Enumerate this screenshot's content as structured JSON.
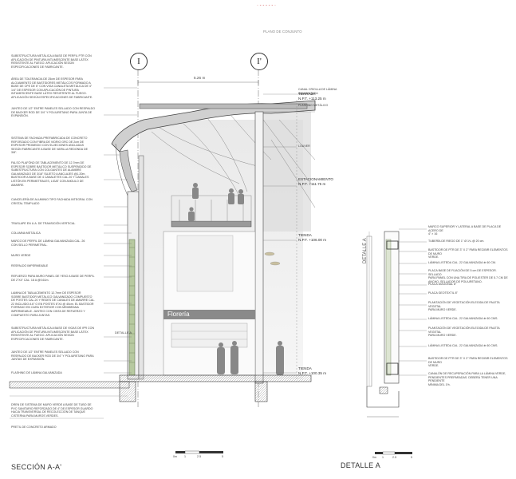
{
  "header": {
    "top_mark": "· - - - - - ·",
    "plan_label": "PLANO DE CONJUNTO"
  },
  "axes": {
    "left": "I",
    "right": "I'"
  },
  "dimension_top": "5.26 m",
  "left_annotations": [
    "SUBESTRUCTURA METÁLICA A BASE DE PERFIL PTR CON\nAPLICACIÓN DE PINTURA INTUMESCENTE BASE LÁTEX\nRESISTENTE AL FUEGO. APLICACIÓN SEGÚN\nESPECIFICACIONES DE FABRICANTE.",
    "ÁREA DE TOLERANCIA DE 25cm DE ESPESOR PARA\nALOJAMIENTO DE BASTIDORES METÁLICOS FORMADO A\nBASE DE CPE DE 6\" CON VIGA CANALETA METÁLICA DE 4\"\n1/4\" DE ESPESOR CON APLICACIÓN DE PINTURA\nINTUMESCENTE BASE LÁTEX RESISTENTE AL FUEGO.\nAPLICACIÓN SEGÚN ESPECIFICACIONES DE FABRICANTE.",
    "JUNTEO DE 1/2\" ENTRE PANELES SELLADO CON RESPALDO\nDE BACKER ROD DE 3/4\" Y POLIURETANO PARA JUNTA DE\nEXPANSIÓN.",
    "SISTEMA DE FACHADA PREFABRICADA DE CONCRETO\nREFORZADO CON FIBRA DE VIDRIO GRC DE 2cm DE\nESPESOR PROMEDIO CON SUJECIONES ANCLADAS\nSEGÚN FABRICANTE A BASE DE VARILLA REDONDA DE\n3/8\".",
    "FALSO PLAFÓND DE TABLACEMENTO DE 12.7mm DE\nESPESOR SOBRE BASTIDOR METÁLICO SUSPENDIDO DE\nSUBESTRUCTURA CON COLGANTES DE ALAMBRE\nGALVANIZADO DE 3/16\" SUJETO A ANCLAJES @1.20m.\nBASTIDOR A BASE DE 4 CANALETES CAL.20 Y CANALES\nLISTÓN EN PERIMETRALES, LIGAT CON ANGULO DE\nAMARRE.",
    "CANCELERÍA DE ALUMINIO TIPO FACHADA INTEGRAL CON\nCRISTAL TEMPLADO",
    "TRASLAPE EN U.A. DE TRANSICIÓN VERTICAL",
    "COLUMNA METÁLICA",
    "MARCO DE PERFIL DE LÁMINA GALVANIZADA CAL. 26\nCON SELLO PERIMETRAL.",
    "MURO VERDE",
    "RESPALDO IMPERMEABLE",
    "REFUERZO PARA MURO PANEL DE YESO A BASE DE PERFIL\nDE 2\"X4\" CAL. 18 A @0.61m.",
    "LAMINA DE TABLACEMENTO 12.7mm DE ESPESOR\nSOBRE BASTIDOR METÁLICO GALVANIZADO COMPUESTO\nDE POSTES CAL.20 Y REDES DE CANALES DE AMARRE CAL.\n22 INCLUIDO A 6\" O EN POSTES 6\"X4 @ 40cm. EL BASTIDOR\nFORRADO EN CARA EXTERIOR CON MEMBRANA\nIMPERMEABLE. JUNTEO CON CINTA DE REFUERZO Y\nCOMPUESTO PARA JUNTAS.",
    "SUBESTRUCTURA METÁLICA A BASE DE VIGAS DE IPR CON\nAPLICACIÓN DE PINTURA INTUMESCENTE BASE LÁTEX\nRESISTENTE AL FUEGO. APLICACIÓN SEGÚN\nESPECIFICACIONES DE FABRICANTE.",
    "JUNTEO DE 1/2\" ENTRE PANELES SELLADO CON\nRESPALDO DE BACKER ROD DE 3/4\" Y POLIURETANO PARA\nJUNTAS DE EXPANSIÓN.",
    "FLASHING DE LÁMINA GALVANIZADA"
  ],
  "bottom_annotations": [
    "DREN DE SISTEMA DE MURO VERDE A BASE DE TUBO DE\nPVC SANITARIO REFORZADO DE 4\" DE ESPESOR GUARDO\nHACIA TRANSVERSAL DE RECOLECCIÓN DE TANQUE\nCISTERNA PARA MUROS VERDES.",
    "PRETIL DE CONCRETO ARMADO"
  ],
  "right_annotations": {
    "canal": "CANAL CRIOLLA DE LÁMINA GALVANIZADA",
    "flashing": "FLASHING METÁLICO",
    "louver": "LOUVER"
  },
  "levels": [
    {
      "name": "TERRAZA",
      "value": "N.P.T. +113.25 m"
    },
    {
      "name": "ESTACIONAMIENTO",
      "value": "N.P.T. +111.75 m"
    },
    {
      "name": "TIENDA",
      "value": "N.P.T. +106.00 m"
    },
    {
      "name": "TIENDA",
      "value": "N.P.T. +100.35 m"
    }
  ],
  "detail_labels": {
    "det_vertical": "DETALLE A",
    "det_left": "DETALLE A"
  },
  "shop_sign": "Florería",
  "section_title": "SECCIÓN A-A'",
  "detail_title": "DETALLE A",
  "detail_annotations": [
    "MARCO SUPERIOR Y LATERAL A BASE DE PLACA DE ACERO DE\n4\" × 16",
    "TUBERÍA DE RIEGO DE 1\" Ø 1¼ @ 20 cm.",
    "BASTIDOR DE PTR DE 3\" X 2\" PARA RECIBIR ELEMENTOS DE MURO\nVERDE.",
    "LÁMINA LISTEDA CAL. 22 GALVANIZADA ⊕ 60 CM.",
    "PLACA BASE DE FIJACIÓN DE 5 cm DE ESPESOR. SELLADO\nPARA PANEL CON UNA TIRA DE POLIESTER DE 5.7 CM DE\nANCHO. SELLADOR DE POLIURETANO.",
    "PLACA DIAGONAL 8\"",
    "PLACA GEOTEXTIL 8\"",
    "PLANTACIÓN DE VEGETACIÓN ELEGIDA DE PALETA VEGETAL\nPARA MURO VERDE.",
    "LÁMINA LISTEDA CAL. 22 GALVANIZADA ⊕ 60 CMS.",
    "PLANTACIÓN DE VEGETACIÓN ELEGIDA DE PALETA VEGETAL\nPARA MURO VERDE.",
    "LÁMINA LISTEDA CAL. 22 GALVANIZADA ⊕ 60 CMS.",
    "BASTIDOR DE PTR DE 3\" X 2\" PARA RECIBIR ELEMENTOS DE MURO\nVERDE.",
    "CANALÓN DE RECUPERACIÓN PARA LA LÁMINA VERDE,\nPENDIENTES PREPARADAS. DEBERÁ TENER UNA PENDIENTE\nMÍNIMA DEL 1%."
  ],
  "scale_left": [
    "0m",
    "1",
    "2.5",
    "5"
  ],
  "scale_right": [
    "0m",
    "1",
    "2.5",
    "5"
  ]
}
